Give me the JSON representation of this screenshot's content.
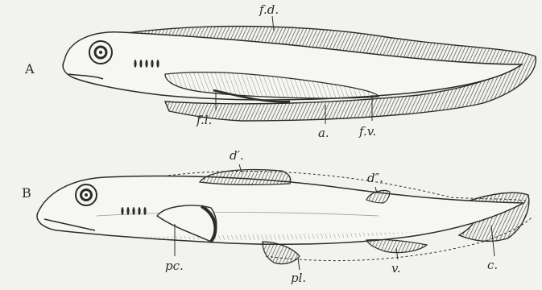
{
  "figure": {
    "panels": [
      {
        "id": "A",
        "label": "A",
        "annotations": {
          "fd": "f.d.",
          "fl": "f.l.",
          "a": "a.",
          "fv": "f.v."
        }
      },
      {
        "id": "B",
        "label": "B",
        "annotations": {
          "d1": "d′.",
          "d2": "d″.",
          "pc": "pc.",
          "pl": "pl.",
          "v": "v.",
          "c": "c."
        }
      }
    ],
    "colors": {
      "background": "#f2f2ef",
      "ink": "#2b2b2b",
      "shade": "#6a6a6a"
    }
  }
}
